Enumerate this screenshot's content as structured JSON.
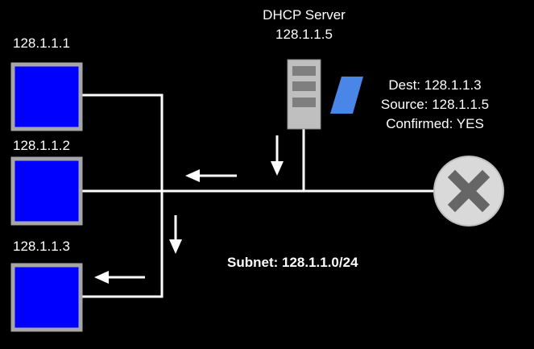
{
  "server": {
    "title": "DHCP Server",
    "ip": "128.1.1.5"
  },
  "packet": {
    "dest": "Dest: 128.1.1.3",
    "source": "Source: 128.1.1.5",
    "confirmed": "Confirmed: YES"
  },
  "hosts": [
    {
      "label": "128.1.1.1"
    },
    {
      "label": "128.1.1.2"
    },
    {
      "label": "128.1.1.3"
    }
  ],
  "subnet": "Subnet: 128.1.1.0/24",
  "icons": {
    "host": "computer-screen-icon",
    "server": "server-tower-icon",
    "packet": "data-packet-icon",
    "router": "router-x-icon"
  },
  "colors": {
    "background": "#000000",
    "wire": "#ffffff",
    "host_fill": "#0000ff",
    "host_border": "#a6a6a6",
    "server_body": "#bfbfbf",
    "packet": "#4a86e8",
    "router_body": "#d9d9d9",
    "router_x": "#666666"
  }
}
